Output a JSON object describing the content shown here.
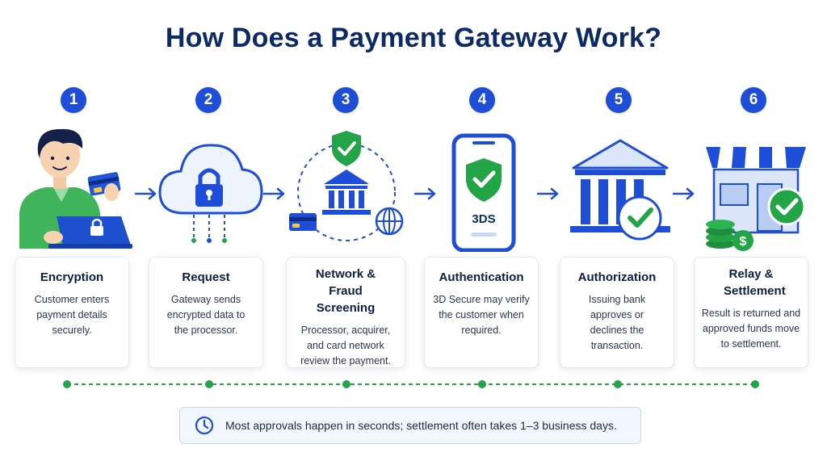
{
  "title": "How Does a Payment Gateway Work?",
  "steps": [
    {
      "number": "1",
      "title": "Encryption",
      "desc": "Customer enters payment details securely.",
      "icon": "customer-laptop-card-icon"
    },
    {
      "number": "2",
      "title": "Request",
      "desc": "Gateway sends encrypted data to the processor.",
      "icon": "cloud-lock-icon"
    },
    {
      "number": "3",
      "title": "Network & Fraud Screening",
      "desc": "Processor, acquirer, and card network review the payment.",
      "icon": "network-bank-shield-icon"
    },
    {
      "number": "4",
      "title": "Authentication",
      "desc": "3D Secure may verify the customer when required.",
      "icon": "phone-shield-icon",
      "phone_label": "3DS"
    },
    {
      "number": "5",
      "title": "Authorization",
      "desc": "Issuing bank approves or declines the transaction.",
      "icon": "bank-check-icon"
    },
    {
      "number": "6",
      "title": "Relay & Settlement",
      "desc": "Result is returned and approved funds move to settlement.",
      "icon": "store-coins-check-icon"
    }
  ],
  "note": {
    "text": "Most approvals happen in seconds; settlement often takes 1–3 business days.",
    "icon": "clock-icon"
  },
  "colors": {
    "primary": "#1e4ed8",
    "navy": "#0d2a66",
    "green": "#22a447",
    "light_blue": "#eaf1fd"
  }
}
